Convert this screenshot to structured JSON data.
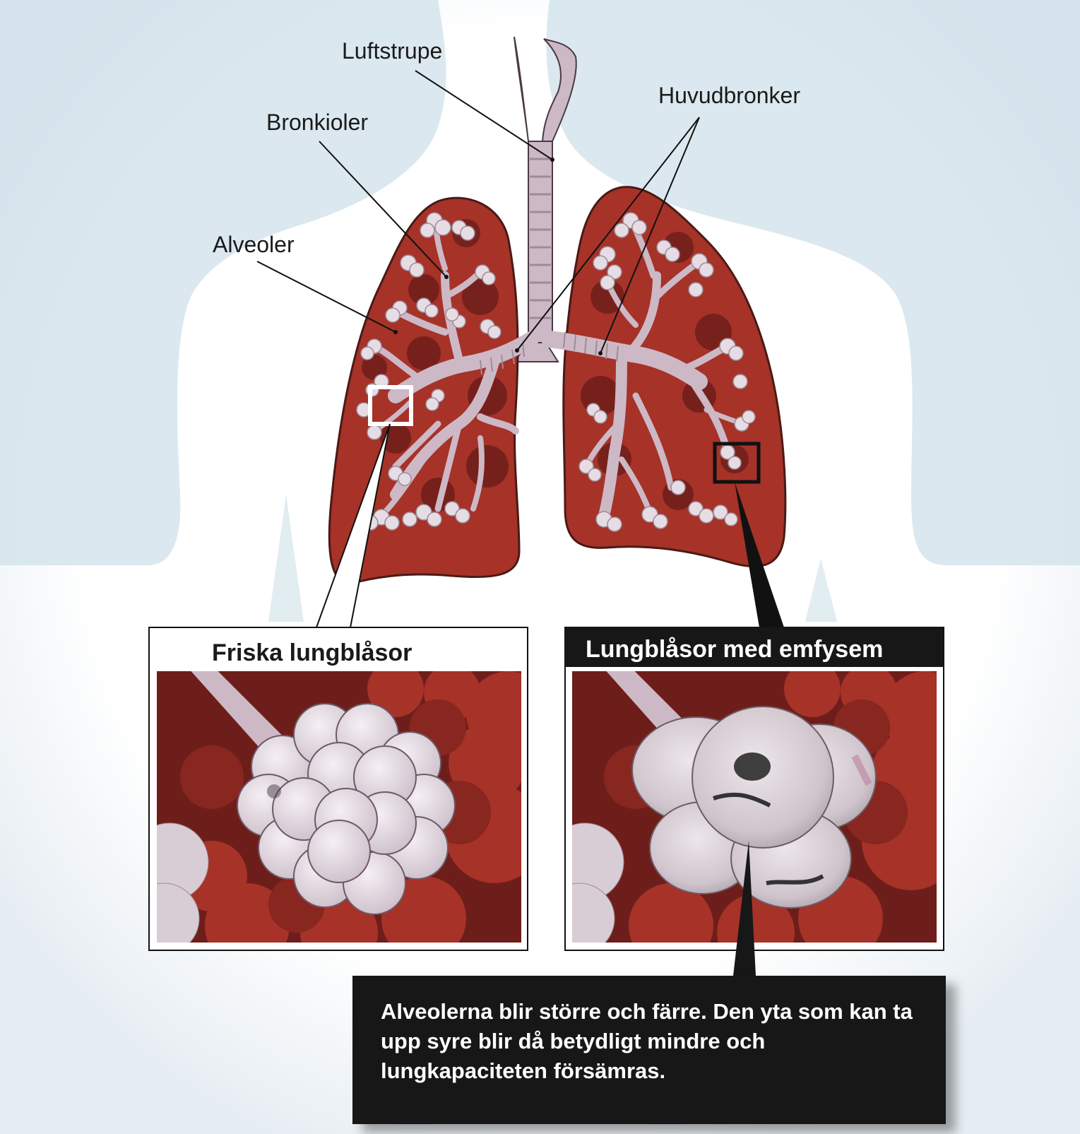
{
  "labels": {
    "luftstrupe": "Luftstrupe",
    "bronkioler": "Bronkioler",
    "huvudbronker": "Huvudbronker",
    "alveoler": "Alveoler"
  },
  "panels": {
    "healthy_title": "Friska lungblåsor",
    "emphysema_title": "Lungblåsor med emfysem"
  },
  "note": {
    "text": "Alveolerna blir större och färre. Den yta som kan ta upp syre blir då betydligt mindre och lungkapaciteten försämras."
  },
  "colors": {
    "body_silhouette": "#cfe0e9",
    "lung_tissue": "#a63228",
    "lung_dark": "#6e1e1a",
    "airway": "#cdb8c6",
    "alveoli": "#e6dde4",
    "note_bg": "#171717"
  }
}
